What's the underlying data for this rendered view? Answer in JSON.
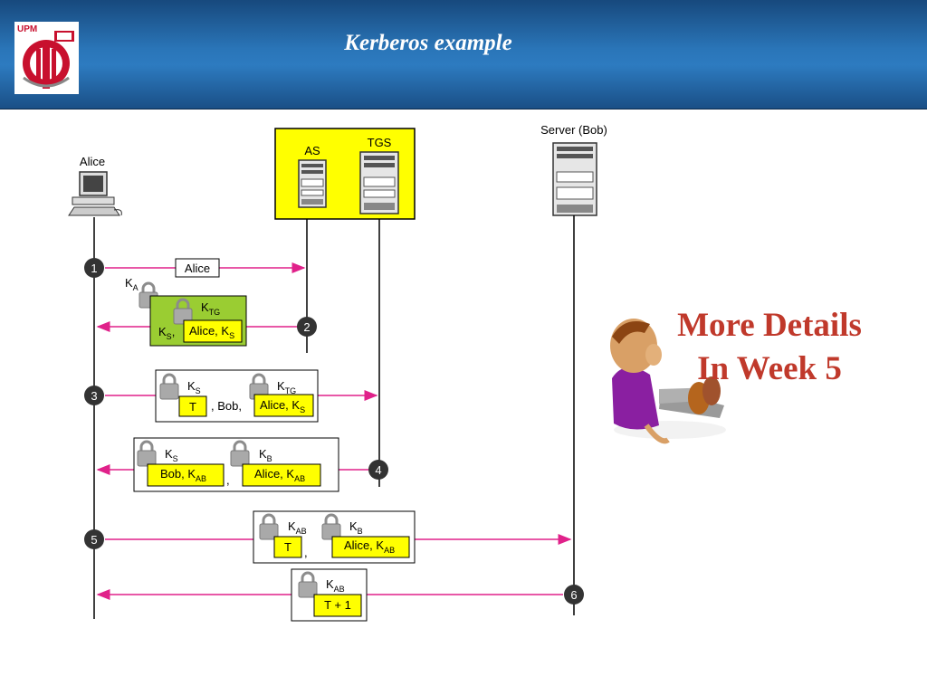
{
  "slide": {
    "title": "Kerberos example",
    "logo_text": "UPM",
    "callout_line1": "More Details",
    "callout_line2": "In Week 5"
  },
  "diagram": {
    "actors": {
      "alice": "Alice",
      "as": "AS",
      "tgs": "TGS",
      "server": "Server (Bob)"
    },
    "steps": [
      "1",
      "2",
      "3",
      "4",
      "5",
      "6"
    ],
    "msg1": {
      "text": "Alice"
    },
    "msg2": {
      "key_outer": "A",
      "key_inner": "TG",
      "ks_prefix": "K",
      "ks_sub": "S",
      "ticket_prefix": "Alice, K",
      "ticket_sub": "S"
    },
    "msg3": {
      "key1": "S",
      "t": "T",
      "bob": ", Bob,",
      "key2": "TG",
      "ticket_prefix": "Alice, K",
      "ticket_sub": "S"
    },
    "msg4": {
      "key1": "S",
      "box1_prefix": "Bob, K",
      "box1_sub": "AB",
      "comma": ",",
      "key2": "B",
      "box2_prefix": "Alice, K",
      "box2_sub": "AB"
    },
    "msg5": {
      "key1": "AB",
      "t": "T",
      "comma": ",",
      "key2": "B",
      "box2_prefix": "Alice, K",
      "box2_sub": "AB"
    },
    "msg6": {
      "key": "AB",
      "t": "T + 1"
    },
    "colors": {
      "arrow": "#e0218a",
      "highlight": "#ffff00",
      "green": "#9acd32",
      "badge": "#333333"
    }
  }
}
